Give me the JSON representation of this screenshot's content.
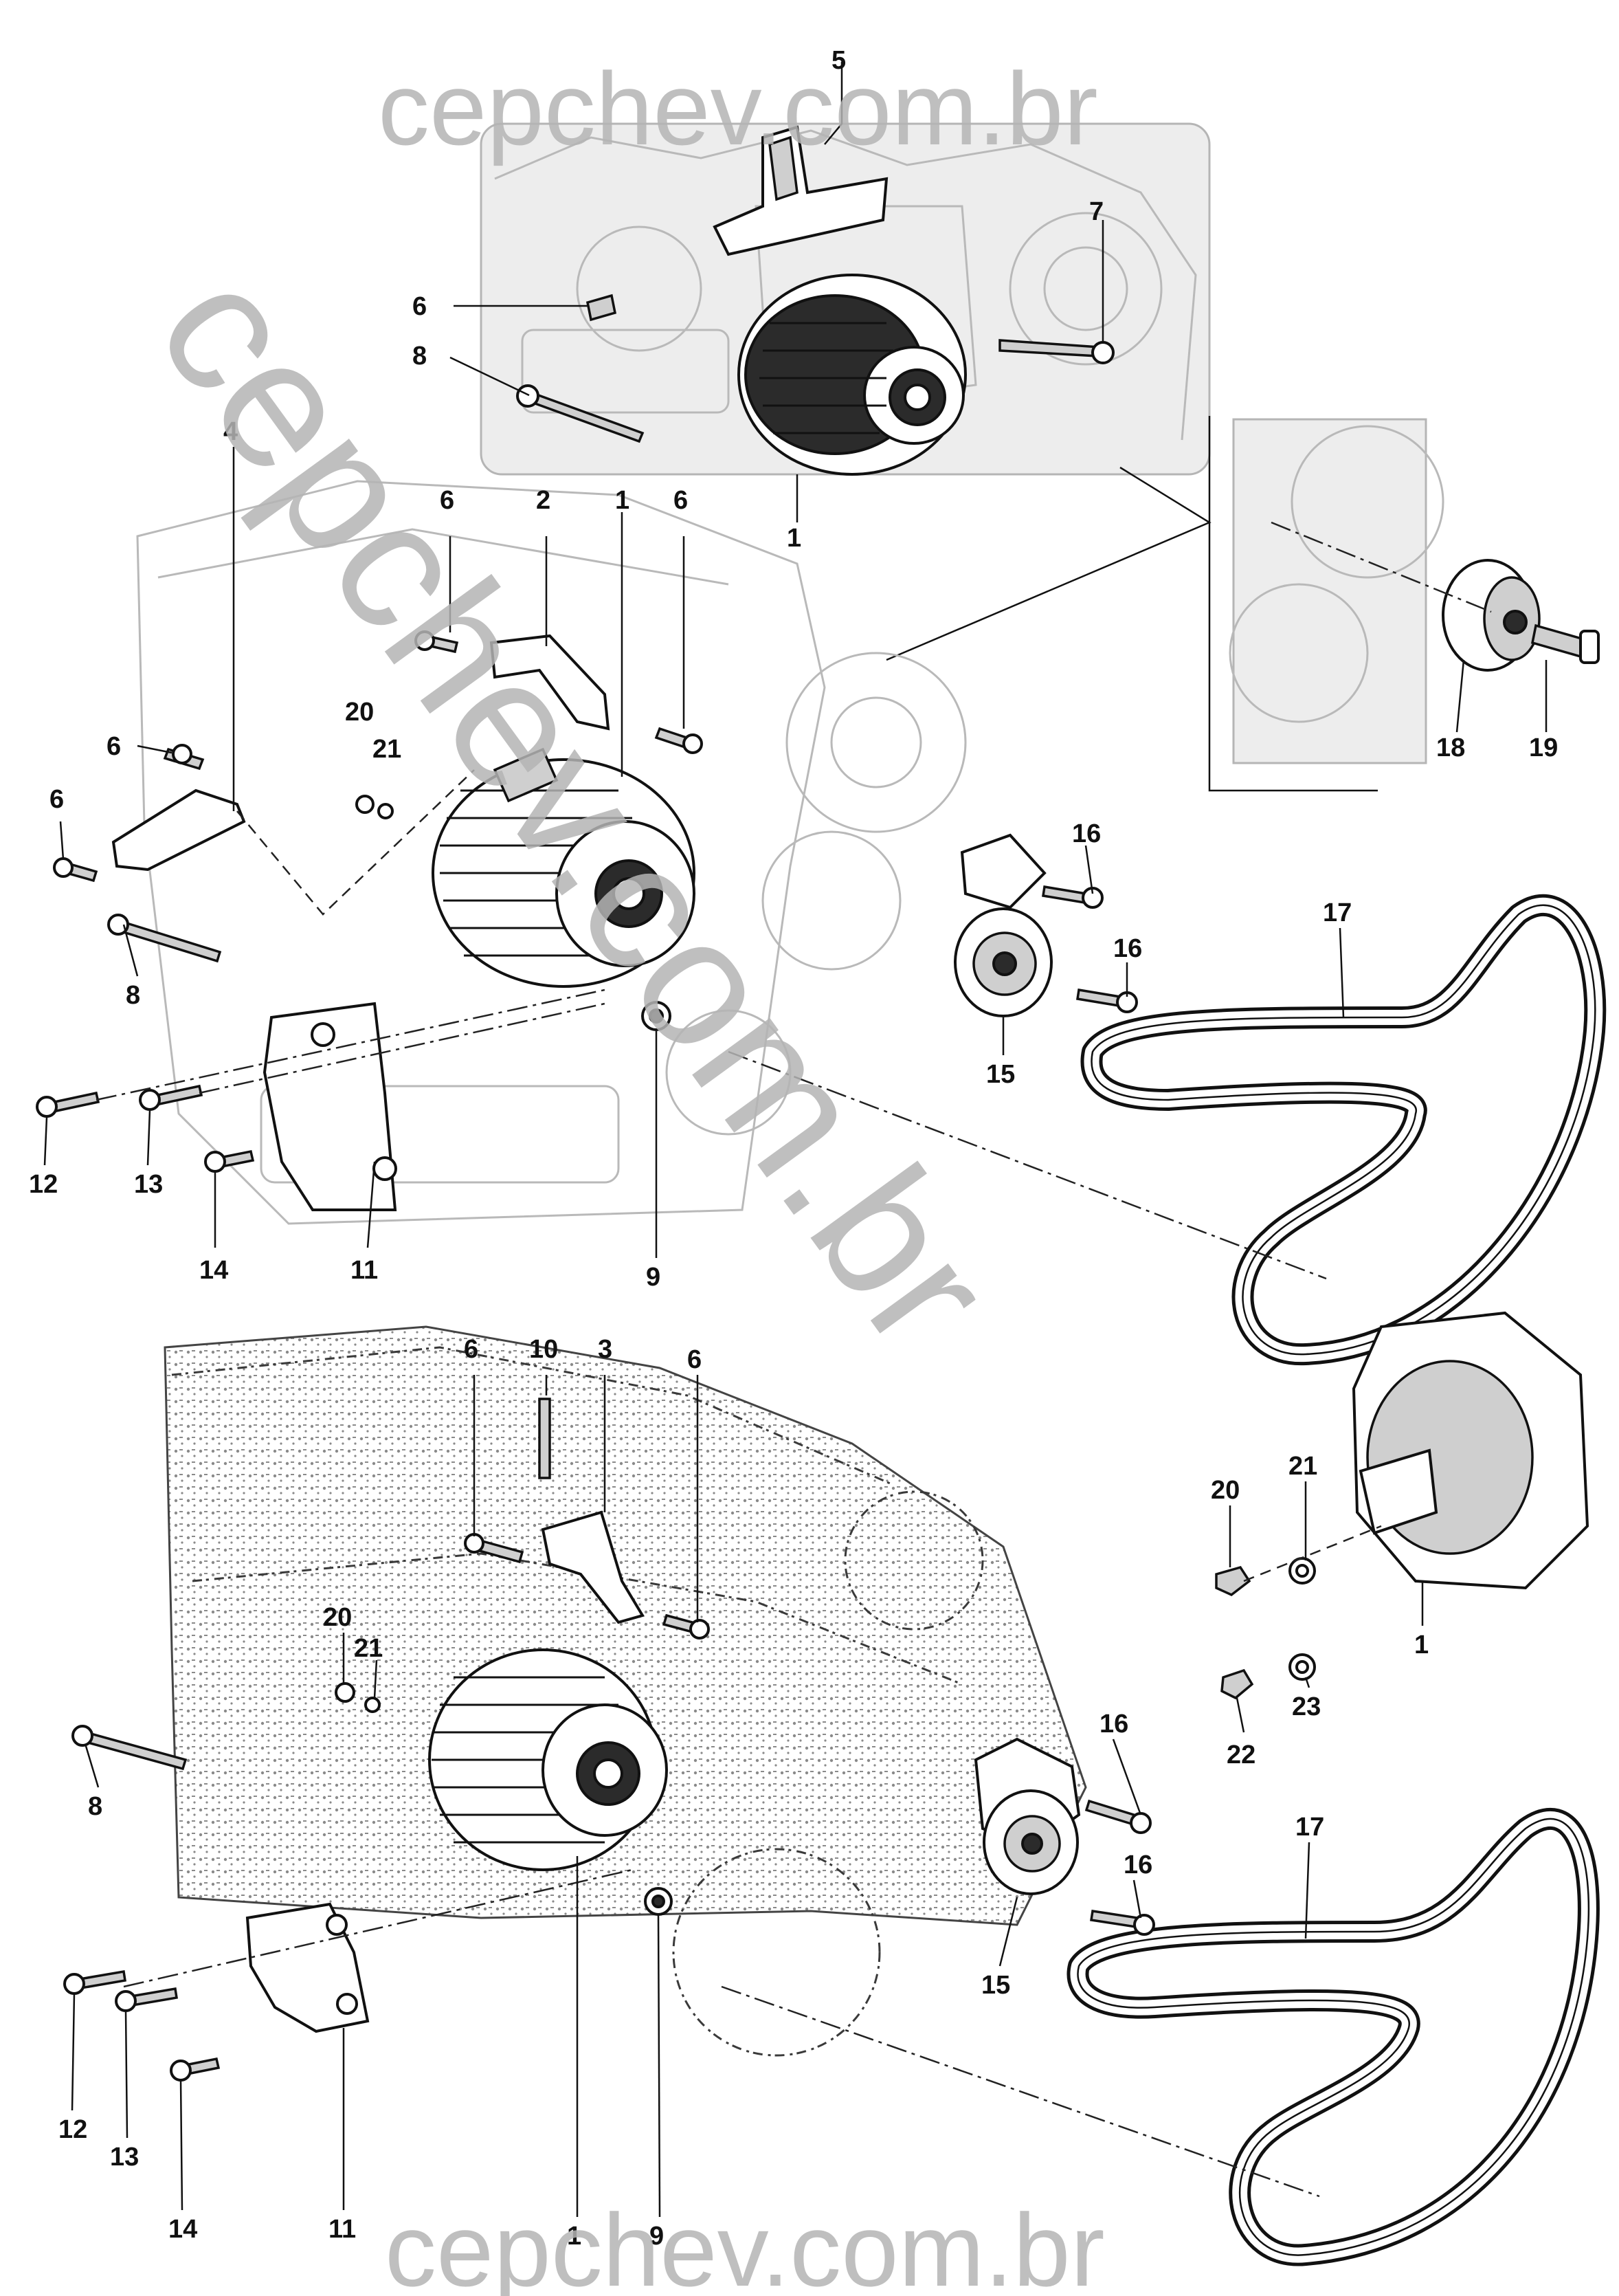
{
  "watermarks": {
    "top": "cepchev.com.br",
    "diagonal": "cepchev.com.br",
    "bottom": "cepchev.com.br"
  },
  "callouts": {
    "top_view": {
      "c5": "5",
      "c6": "6",
      "c7": "7",
      "c8": "8",
      "c1": "1",
      "c18": "18",
      "c19": "19"
    },
    "middle_view": {
      "c4": "4",
      "c6a": "6",
      "c2": "2",
      "c1": "1",
      "c6b": "6",
      "c6c": "6",
      "c6d": "6",
      "c20": "20",
      "c21": "21",
      "c8": "8",
      "c16a": "16",
      "c16b": "16",
      "c17": "17",
      "c15": "15",
      "c12": "12",
      "c13": "13",
      "c14": "14",
      "c11": "11",
      "c9": "9"
    },
    "bottom_view": {
      "c6a": "6",
      "c10": "10",
      "c3": "3",
      "c6b": "6",
      "c20": "20",
      "c21": "21",
      "c8": "8",
      "c20r": "20",
      "c21r": "21",
      "c1r": "1",
      "c22": "22",
      "c23": "23",
      "c16a": "16",
      "c16b": "16",
      "c17": "17",
      "c15": "15",
      "c12": "12",
      "c13": "13",
      "c14": "14",
      "c11": "11",
      "c1": "1",
      "c9": "9"
    }
  }
}
